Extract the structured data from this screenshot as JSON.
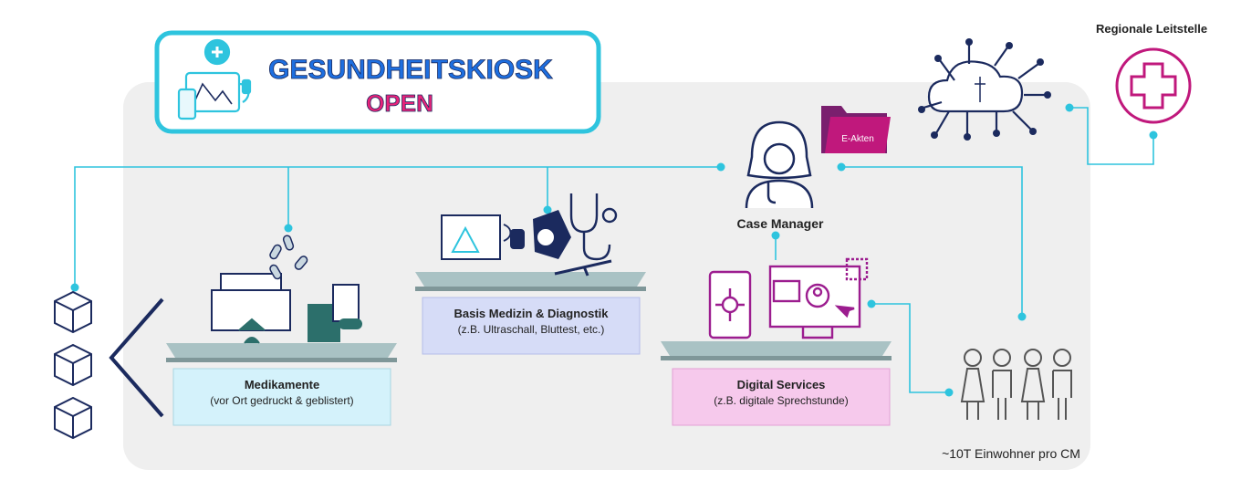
{
  "kiosk": {
    "title": "GESUNDHEITSKIOSK",
    "subtitle": "OPEN"
  },
  "regional": {
    "title": "Regionale Leitstelle"
  },
  "case_manager": {
    "label": "Case Manager",
    "folder_label": "E-Akten"
  },
  "stations": [
    {
      "title": "Medikamente",
      "subtitle": "(vor Ort gedruckt & geblistert)"
    },
    {
      "title": "Basis Medizin & Diagnostik",
      "subtitle": "(z.B. Ultraschall, Bluttest, etc.)"
    },
    {
      "title": "Digital Services",
      "subtitle": "(z.B. digitale Sprechstunde)"
    }
  ],
  "residents": {
    "label": "~10T Einwohner pro CM"
  },
  "colors": {
    "teal": "#2ec4de",
    "navy": "#1b2a5e",
    "magenta": "#c0187c",
    "pink_text": "#e8237a",
    "blue_text": "#1e6fe0",
    "med_box": "#d4f2fb",
    "diag_box": "#d6dcf7",
    "digital_box": "#f6c9ec"
  }
}
